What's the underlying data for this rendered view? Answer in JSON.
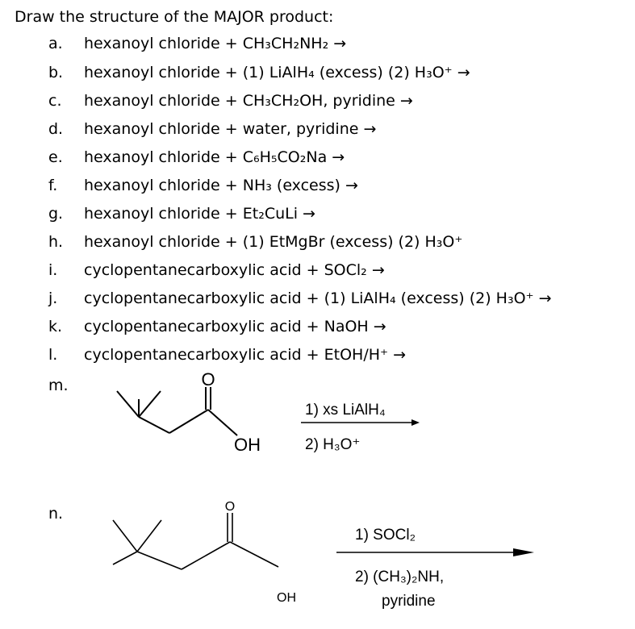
{
  "heading": "Draw the structure of the MAJOR product:",
  "items": [
    {
      "letter": "a.",
      "text": "hexanoyl chloride + CH₃CH₂NH₂ →"
    },
    {
      "letter": "b.",
      "text": "hexanoyl chloride + (1) LiAlH₄ (excess) (2) H₃O⁺ →"
    },
    {
      "letter": "c.",
      "text": "hexanoyl chloride + CH₃CH₂OH, pyridine →"
    },
    {
      "letter": "d.",
      "text": "hexanoyl chloride + water, pyridine →"
    },
    {
      "letter": "e.",
      "text": "hexanoyl chloride + C₆H₅CO₂Na →"
    },
    {
      "letter": "f.",
      "text": "hexanoyl chloride + NH₃ (excess) →"
    },
    {
      "letter": "g.",
      "text": "hexanoyl chloride + Et₂CuLi →"
    },
    {
      "letter": "h.",
      "text": "hexanoyl chloride + (1) EtMgBr (excess) (2) H₃O⁺"
    },
    {
      "letter": "i.",
      "text": "cyclopentanecarboxylic acid + SOCl₂ →"
    },
    {
      "letter": "j.",
      "text": "cyclopentanecarboxylic acid + (1) LiAlH₄ (excess) (2) H₃O⁺ →"
    },
    {
      "letter": "k.",
      "text": "cyclopentanecarboxylic acid + NaOH →"
    },
    {
      "letter": "l.",
      "text": "cyclopentanecarboxylic acid + EtOH/H⁺ →"
    }
  ],
  "part_m": {
    "letter": "m.",
    "o_label": "O",
    "oh_label": "OH",
    "reagent_1": "1) xs LiAlH₄",
    "reagent_2": "2) H₃O⁺"
  },
  "part_n": {
    "letter": "n.",
    "o_label": "O",
    "oh_label": "OH",
    "reagent_1": "1) SOCl₂",
    "reagent_2": "2) (CH₃)₂NH,",
    "reagent_3": "pyridine"
  }
}
